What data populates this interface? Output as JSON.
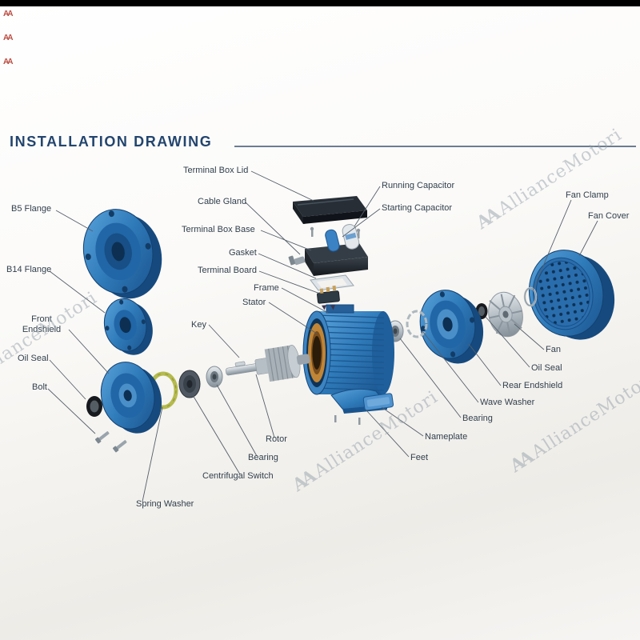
{
  "page": {
    "title": "INSTALLATION DRAWING"
  },
  "watermark": {
    "text": "AllianceMotori",
    "logo": "AA"
  },
  "labels": {
    "b5_flange": "B5 Flange",
    "b14_flange": "B14 Flange",
    "front_endshield": "Front Endshield",
    "oil_seal_left": "Oil Seal",
    "bolt": "Bolt",
    "terminal_box_lid": "Terminal Box Lid",
    "cable_gland": "Cable Gland",
    "terminal_box_base": "Terminal Box Base",
    "gasket": "Gasket",
    "terminal_board": "Terminal Board",
    "frame": "Frame",
    "stator": "Stator",
    "key": "Key",
    "running_capacitor": "Running Capacitor",
    "starting_capacitor": "Starting Capacitor",
    "fan_clamp": "Fan Clamp",
    "fan_cover": "Fan Cover",
    "fan": "Fan",
    "oil_seal_right": "Oil Seal",
    "rear_endshield": "Rear Endshield",
    "wave_washer": "Wave Washer",
    "bearing_right": "Bearing",
    "nameplate": "Nameplate",
    "feet": "Feet",
    "rotor": "Rotor",
    "bearing_left": "Bearing",
    "centrifugal_switch": "Centrifugal Switch",
    "spring_washer": "Spring Washer"
  }
}
